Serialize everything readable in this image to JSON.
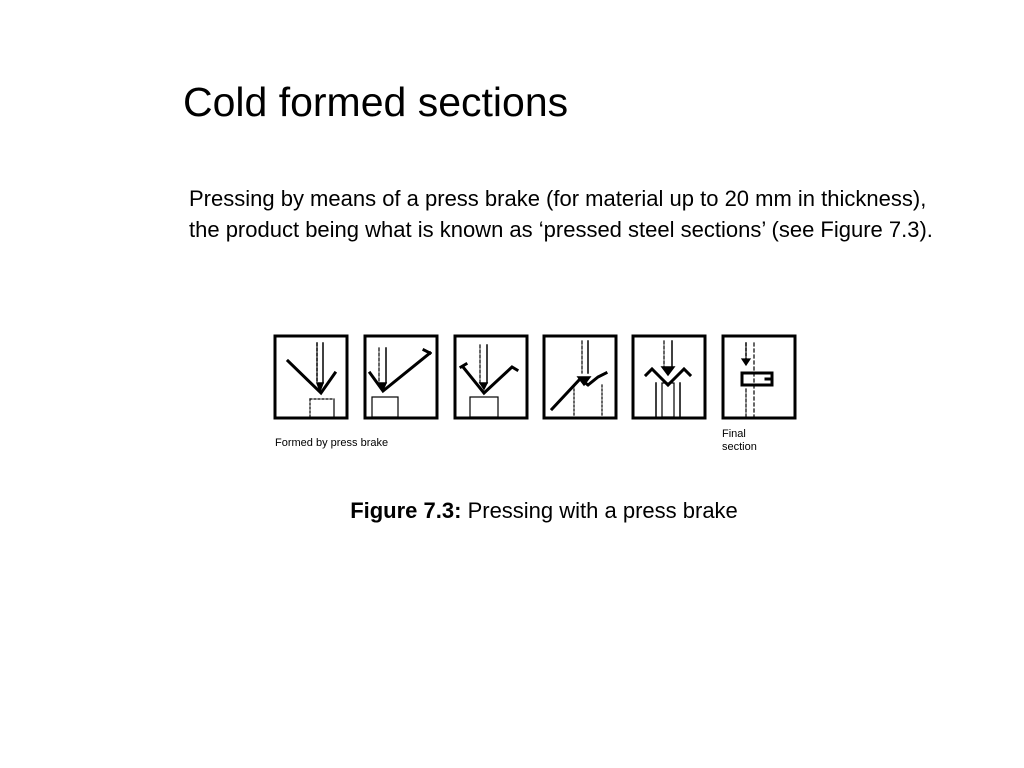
{
  "slide": {
    "title": "Cold formed sections",
    "paragraph": "Pressing by means of a press brake (for material up to 20 mm in thickness), the product being what is known as ‘pressed steel sections’ (see Figure 7.3)."
  },
  "figure": {
    "label_left": "Formed by press brake",
    "label_right_line1": "Final",
    "label_right_line2": "section",
    "panels": [
      "press-brake-stage-1",
      "press-brake-stage-2",
      "press-brake-stage-3",
      "press-brake-stage-4",
      "press-brake-stage-5",
      "final-section"
    ]
  },
  "caption": {
    "label": "Figure 7.3:",
    "text": "Pressing with a press brake"
  }
}
